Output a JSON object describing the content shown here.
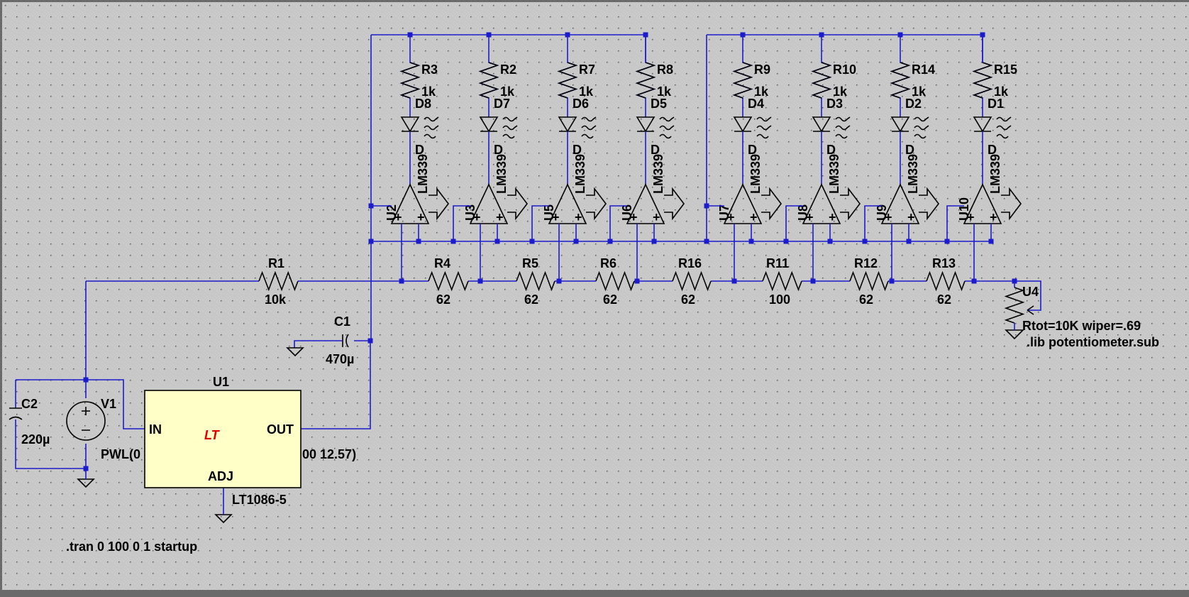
{
  "resistors_top": [
    {
      "name": "R3",
      "value": "1k"
    },
    {
      "name": "R2",
      "value": "1k"
    },
    {
      "name": "R7",
      "value": "1k"
    },
    {
      "name": "R8",
      "value": "1k"
    },
    {
      "name": "R9",
      "value": "1k"
    },
    {
      "name": "R10",
      "value": "1k"
    },
    {
      "name": "R14",
      "value": "1k"
    },
    {
      "name": "R15",
      "value": "1k"
    }
  ],
  "leds": [
    {
      "name": "D8",
      "model": "D"
    },
    {
      "name": "D7",
      "model": "D"
    },
    {
      "name": "D6",
      "model": "D"
    },
    {
      "name": "D5",
      "model": "D"
    },
    {
      "name": "D4",
      "model": "D"
    },
    {
      "name": "D3",
      "model": "D"
    },
    {
      "name": "D2",
      "model": "D"
    },
    {
      "name": "D1",
      "model": "D"
    }
  ],
  "comparators": [
    {
      "name": "U2",
      "model": "LM339"
    },
    {
      "name": "U3",
      "model": "LM339"
    },
    {
      "name": "U5",
      "model": "LM339"
    },
    {
      "name": "U6",
      "model": "LM339"
    },
    {
      "name": "U7",
      "model": "LM339"
    },
    {
      "name": "U8",
      "model": "LM339"
    },
    {
      "name": "U9",
      "model": "LM339"
    },
    {
      "name": "U10",
      "model": "LM339"
    }
  ],
  "ladder_resistors": [
    {
      "name": "R4",
      "value": "62"
    },
    {
      "name": "R5",
      "value": "62"
    },
    {
      "name": "R6",
      "value": "62"
    },
    {
      "name": "R16",
      "value": "62"
    },
    {
      "name": "R11",
      "value": "100"
    },
    {
      "name": "R12",
      "value": "62"
    },
    {
      "name": "R13",
      "value": "62"
    }
  ],
  "r1": {
    "name": "R1",
    "value": "10k"
  },
  "c1": {
    "name": "C1",
    "value": "470µ"
  },
  "c2": {
    "name": "C2",
    "value": "220µ"
  },
  "v1": {
    "name": "V1",
    "value_left": "PWL(0",
    "value_right": "00 12.57)"
  },
  "u1": {
    "name": "U1",
    "pin_in": "IN",
    "pin_out": "OUT",
    "pin_adj": "ADJ",
    "model": "LT1086-5",
    "logo": "LT"
  },
  "u4": {
    "name": "U4",
    "line1": "Rtot=10K wiper=.69",
    "line2": ".lib potentiometer.sub"
  },
  "directive": ".tran 0 100 0 1 startup",
  "colors": {
    "background": "#c8c8c8",
    "wire": "#1c1ccc",
    "component": "#000000",
    "ic_fill": "#ffffc8",
    "logo": "#e00000"
  }
}
